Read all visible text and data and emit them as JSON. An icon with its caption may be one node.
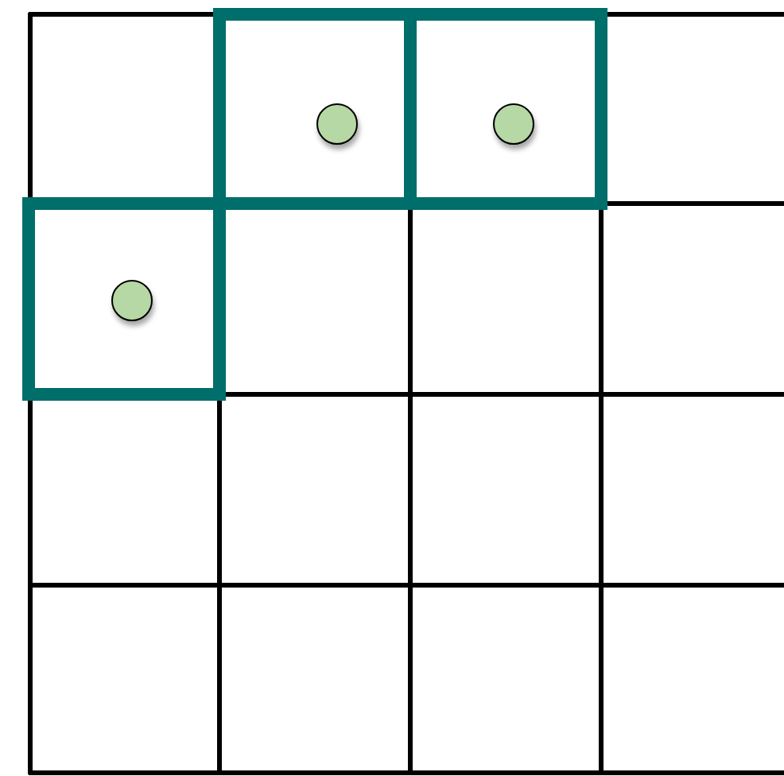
{
  "diagram": {
    "nodes": [
      {
        "text": [],
        "shape": "box"
      },
      {
        "text": [],
        "shape": "box"
      },
      {
        "text": [],
        "shape": "box"
      },
      {
        "text": [],
        "shape": "circle",
        "in": 0
      },
      {
        "text": [],
        "shape": "circle",
        "in": 1
      },
      {
        "text": [],
        "shape": "circle",
        "in": 2
      }
    ]
  }
}
